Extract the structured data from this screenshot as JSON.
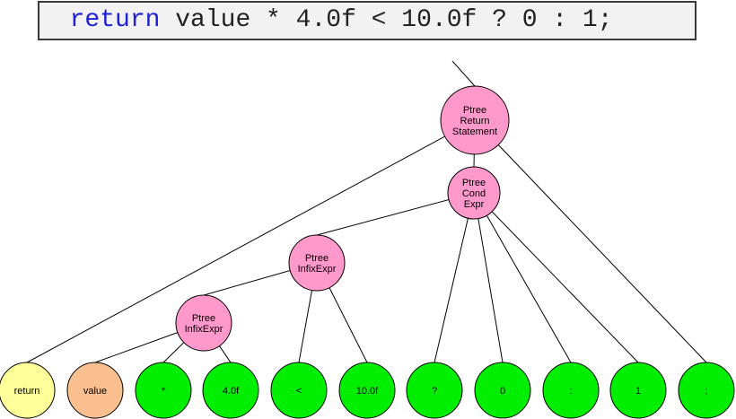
{
  "code": {
    "indent": "  ",
    "keyword": "return",
    "rest": " value * 4.0f < 10.0f ? 0 : 1;"
  },
  "colors": {
    "internal": "#ff99cc",
    "keyword": "#ffff99",
    "identifier": "#fac090",
    "token": "#00ee00",
    "keyword_text": "#1f1fd6"
  },
  "tree": {
    "root": "return_stmt",
    "nodes": [
      {
        "id": "return_stmt",
        "kind": "internal",
        "lines": [
          "Ptree",
          "Return",
          "Statement"
        ],
        "parent": null
      },
      {
        "id": "cond_expr",
        "kind": "internal",
        "lines": [
          "Ptree",
          "Cond",
          "Expr"
        ],
        "parent": "return_stmt"
      },
      {
        "id": "infix_outer",
        "kind": "internal",
        "lines": [
          "Ptree",
          "InfixExpr"
        ],
        "parent": "cond_expr"
      },
      {
        "id": "infix_inner",
        "kind": "internal",
        "lines": [
          "Ptree",
          "InfixExpr"
        ],
        "parent": "infix_outer"
      },
      {
        "id": "tok_return",
        "kind": "keyword",
        "lines": [
          "return"
        ],
        "parent": "return_stmt"
      },
      {
        "id": "tok_value",
        "kind": "identifier",
        "lines": [
          "value"
        ],
        "parent": "infix_inner"
      },
      {
        "id": "tok_mul",
        "kind": "token",
        "lines": [
          "*"
        ],
        "parent": "infix_inner"
      },
      {
        "id": "tok_4",
        "kind": "token",
        "lines": [
          "4.0f"
        ],
        "parent": "infix_inner"
      },
      {
        "id": "tok_lt",
        "kind": "token",
        "lines": [
          "<"
        ],
        "parent": "infix_outer"
      },
      {
        "id": "tok_10",
        "kind": "token",
        "lines": [
          "10.0f"
        ],
        "parent": "infix_outer"
      },
      {
        "id": "tok_q",
        "kind": "token",
        "lines": [
          "?"
        ],
        "parent": "cond_expr"
      },
      {
        "id": "tok_0",
        "kind": "token",
        "lines": [
          "0"
        ],
        "parent": "cond_expr"
      },
      {
        "id": "tok_colon",
        "kind": "token",
        "lines": [
          ":"
        ],
        "parent": "cond_expr"
      },
      {
        "id": "tok_1",
        "kind": "token",
        "lines": [
          "1"
        ],
        "parent": "cond_expr"
      },
      {
        "id": "tok_semi",
        "kind": "token",
        "lines": [
          ";"
        ],
        "parent": "return_stmt"
      }
    ]
  }
}
